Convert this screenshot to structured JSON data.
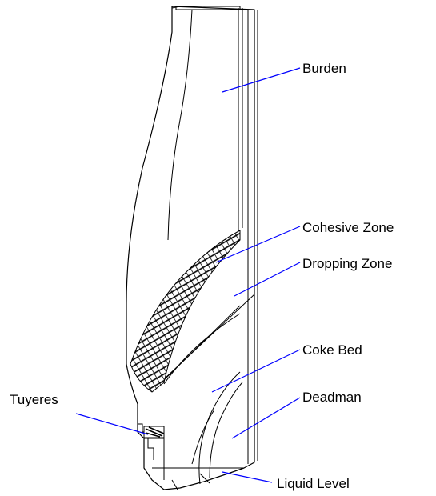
{
  "colors": {
    "outline": "#000000",
    "leader": "#0000ff",
    "background": "#ffffff"
  },
  "labels": {
    "burden": "Burden",
    "cohesive_zone": "Cohesive Zone",
    "dropping_zone": "Dropping Zone",
    "coke_bed": "Coke Bed",
    "deadman": "Deadman",
    "tuyeres": "Tuyeres",
    "liquid_level": "Liquid Level"
  }
}
